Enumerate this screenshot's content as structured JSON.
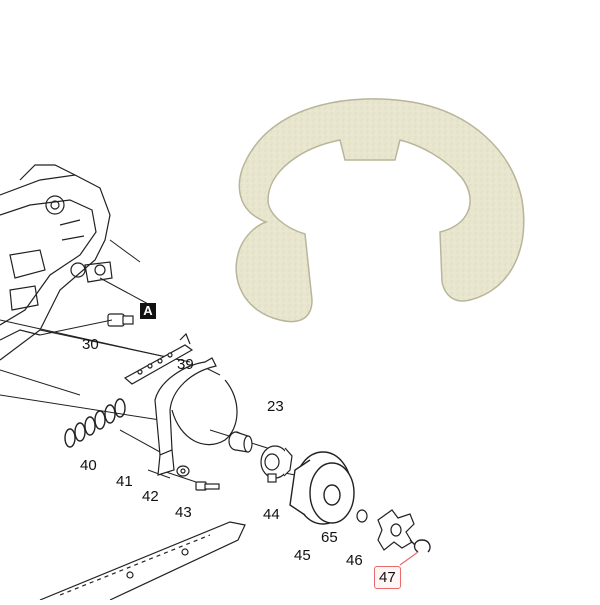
{
  "diagram": {
    "colors": {
      "line": "#222222",
      "ring_fill": "#e9e6cf",
      "ring_edge": "#b9b59a",
      "highlight": "#e86a6a"
    },
    "marker": "A",
    "parts": [
      {
        "id": "p30",
        "label": "30"
      },
      {
        "id": "p39",
        "label": "39"
      },
      {
        "id": "p23",
        "label": "23"
      },
      {
        "id": "p40",
        "label": "40"
      },
      {
        "id": "p41",
        "label": "41"
      },
      {
        "id": "p42",
        "label": "42"
      },
      {
        "id": "p43",
        "label": "43"
      },
      {
        "id": "p44",
        "label": "44"
      },
      {
        "id": "p45",
        "label": "45"
      },
      {
        "id": "p65",
        "label": "65"
      },
      {
        "id": "p46",
        "label": "46"
      },
      {
        "id": "p47",
        "label": "47",
        "highlighted": true
      }
    ]
  }
}
